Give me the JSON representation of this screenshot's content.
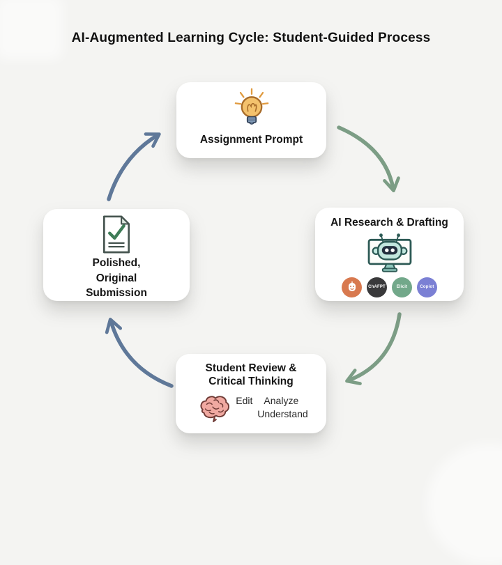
{
  "title": "AI-Augmented Learning Cycle: Student-Guided Process",
  "nodes": {
    "top": {
      "label": "Assignment Prompt",
      "icon": "lightbulb-icon"
    },
    "right": {
      "label": "AI Research & Drafting",
      "icon": "robot-monitor-icon",
      "badges": [
        {
          "name": "mascot",
          "label": "",
          "bg": "#d8794f"
        },
        {
          "name": "chatgpt",
          "label": "ChAFPT",
          "bg": "#39393b"
        },
        {
          "name": "elicit",
          "label": "Elicit",
          "bg": "#72a88a"
        },
        {
          "name": "copilot",
          "label": "Copiot",
          "bg": "#7b80d4"
        }
      ]
    },
    "bottom": {
      "label_line1": "Student Review &",
      "label_line2": "Critical Thinking",
      "icon": "brain-icon",
      "keywords": [
        "Edit",
        "Analyze",
        "Understand"
      ]
    },
    "left": {
      "label_lines": [
        "Polished,",
        "Original",
        "Submission"
      ],
      "icon": "document-check-icon"
    }
  },
  "flow": [
    "Assignment Prompt",
    "AI Research & Drafting",
    "Student Review & Critical Thinking",
    "Polished, Original Submission"
  ],
  "colors": {
    "background": "#f4f4f2",
    "card": "#ffffff",
    "text": "#141414",
    "arrow_green": "#7c9d85",
    "arrow_blue": "#5f7899",
    "badge_orange": "#d8794f",
    "badge_dark": "#39393b",
    "badge_green": "#72a88a",
    "badge_purple": "#7b80d4"
  }
}
